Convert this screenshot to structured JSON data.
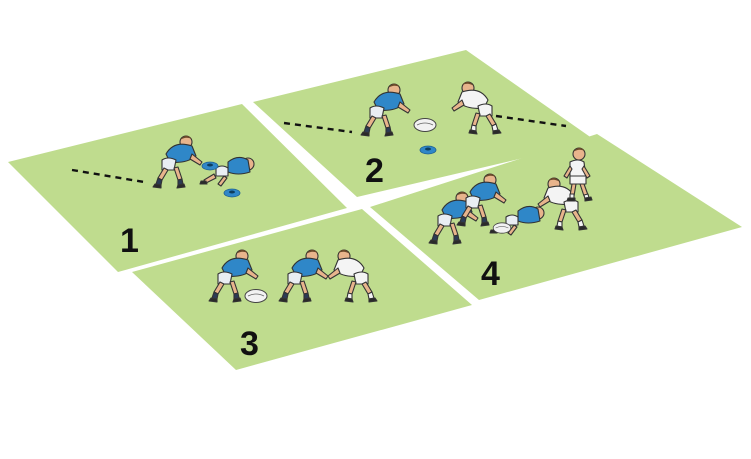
{
  "colors": {
    "field": "#bfdc8e",
    "blue_team": "#2f87c8",
    "white_team": "#f4f4f4",
    "background": "#ffffff"
  },
  "panels": [
    {
      "label": "1"
    },
    {
      "label": "2"
    },
    {
      "label": "3"
    },
    {
      "label": "4"
    }
  ],
  "icons": [
    "rugby-ball-icon",
    "cone-icon",
    "player-icon"
  ]
}
